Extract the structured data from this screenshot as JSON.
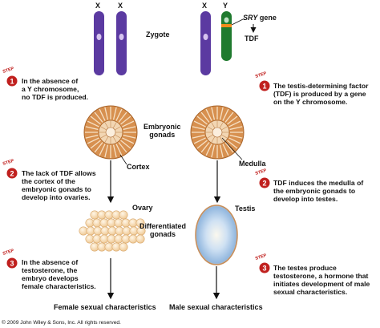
{
  "colors": {
    "female_chromosome": "#5b3aa1",
    "y_chromosome": "#1f7a2e",
    "sry_band": "#f28c1a",
    "gonad": "#d7904f",
    "ovary": "#f6dcb5",
    "testis": "#b8d3ec",
    "step_badge": "#c0201e"
  },
  "chromosomes": {
    "x1": "X",
    "x2": "X",
    "x3": "X",
    "y": "Y",
    "sry_gene_italic": "SRY",
    "sry_gene_rest": " gene",
    "tdf": "TDF"
  },
  "labels": {
    "zygote": "Zygote",
    "embryonic_gonads": [
      "Embryonic",
      "gonads"
    ],
    "cortex": "Cortex",
    "medulla": "Medulla",
    "ovary": "Ovary",
    "testis": "Testis",
    "differentiated_gonads": [
      "Differentiated",
      "gonads"
    ]
  },
  "steps": {
    "step_word": "STEP",
    "left": [
      {
        "number": "1",
        "lines": [
          "In the absence of",
          "a Y chromosome,",
          "no TDF is produced."
        ]
      },
      {
        "number": "2",
        "lines": [
          "The lack of TDF allows",
          "the cortex of the",
          "embryonic gonads to",
          "develop into ovaries."
        ]
      },
      {
        "number": "3",
        "lines": [
          "In the absence of",
          "testosterone, the",
          "embryo develops",
          "female characteristics."
        ]
      }
    ],
    "right": [
      {
        "number": "1",
        "lines": [
          "The testis-determining factor",
          "(TDF) is produced by a gene",
          "on the Y chromosome."
        ]
      },
      {
        "number": "2",
        "lines": [
          "TDF induces the medulla of",
          "the embryonic gonads to",
          "develop into testes."
        ]
      },
      {
        "number": "3",
        "lines": [
          "The testes produce",
          "testosterone, a hormone that",
          "initiates development of male",
          "sexual characteristics."
        ]
      }
    ]
  },
  "outcomes": {
    "female": "Female sexual characteristics",
    "male": "Male sexual characteristics"
  },
  "copyright": "© 2009 John Wiley & Sons, Inc. All rights reserved."
}
